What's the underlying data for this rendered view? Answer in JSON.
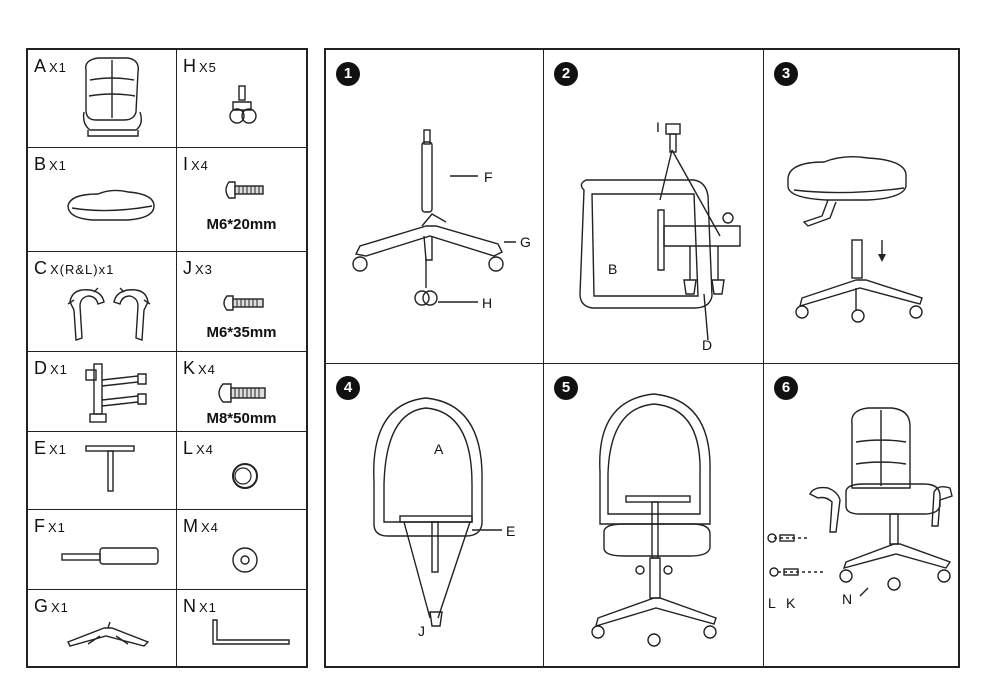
{
  "parts": [
    {
      "letter": "A",
      "qty": "X1"
    },
    {
      "letter": "H",
      "qty": "X5"
    },
    {
      "letter": "B",
      "qty": "X1"
    },
    {
      "letter": "I",
      "qty": "X4",
      "size": "M6*20mm"
    },
    {
      "letter": "C",
      "qty": "X(R&L)x1"
    },
    {
      "letter": "J",
      "qty": "X3",
      "size": "M6*35mm"
    },
    {
      "letter": "D",
      "qty": "X1"
    },
    {
      "letter": "K",
      "qty": "X4",
      "size": "M8*50mm"
    },
    {
      "letter": "E",
      "qty": "X1"
    },
    {
      "letter": "L",
      "qty": "X4"
    },
    {
      "letter": "F",
      "qty": "X1"
    },
    {
      "letter": "M",
      "qty": "X4"
    },
    {
      "letter": "G",
      "qty": "X1"
    },
    {
      "letter": "N",
      "qty": "X1"
    }
  ],
  "steps": [
    {
      "number": "1",
      "labels": [
        "F",
        "G",
        "H"
      ]
    },
    {
      "number": "2",
      "labels": [
        "I",
        "B",
        "D"
      ]
    },
    {
      "number": "3",
      "labels": []
    },
    {
      "number": "4",
      "labels": [
        "A",
        "E",
        "J"
      ]
    },
    {
      "number": "5",
      "labels": []
    },
    {
      "number": "6",
      "labels": [
        "L",
        "K",
        "N"
      ]
    }
  ]
}
